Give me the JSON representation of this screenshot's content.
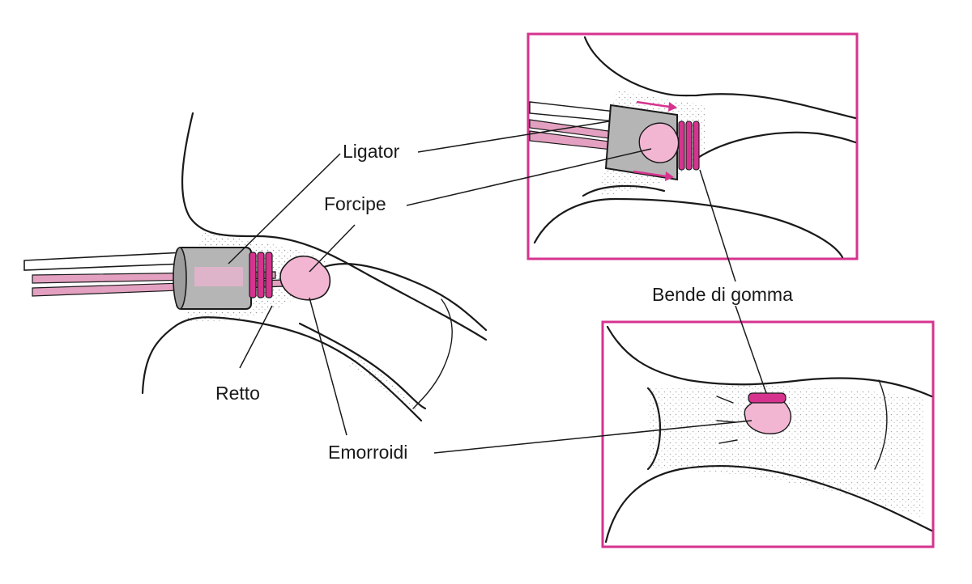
{
  "labels": {
    "ligator": "Ligator",
    "forcipe": "Forcipe",
    "bende": "Bende di gomma",
    "retto": "Retto",
    "emorroidi": "Emorroidi"
  },
  "colors": {
    "accent": "#d6338f",
    "pink_light": "#f2b6d3",
    "pink_mid": "#e3a0c0",
    "ink": "#1a1a1a",
    "grey_device": "#b5b5b5"
  }
}
